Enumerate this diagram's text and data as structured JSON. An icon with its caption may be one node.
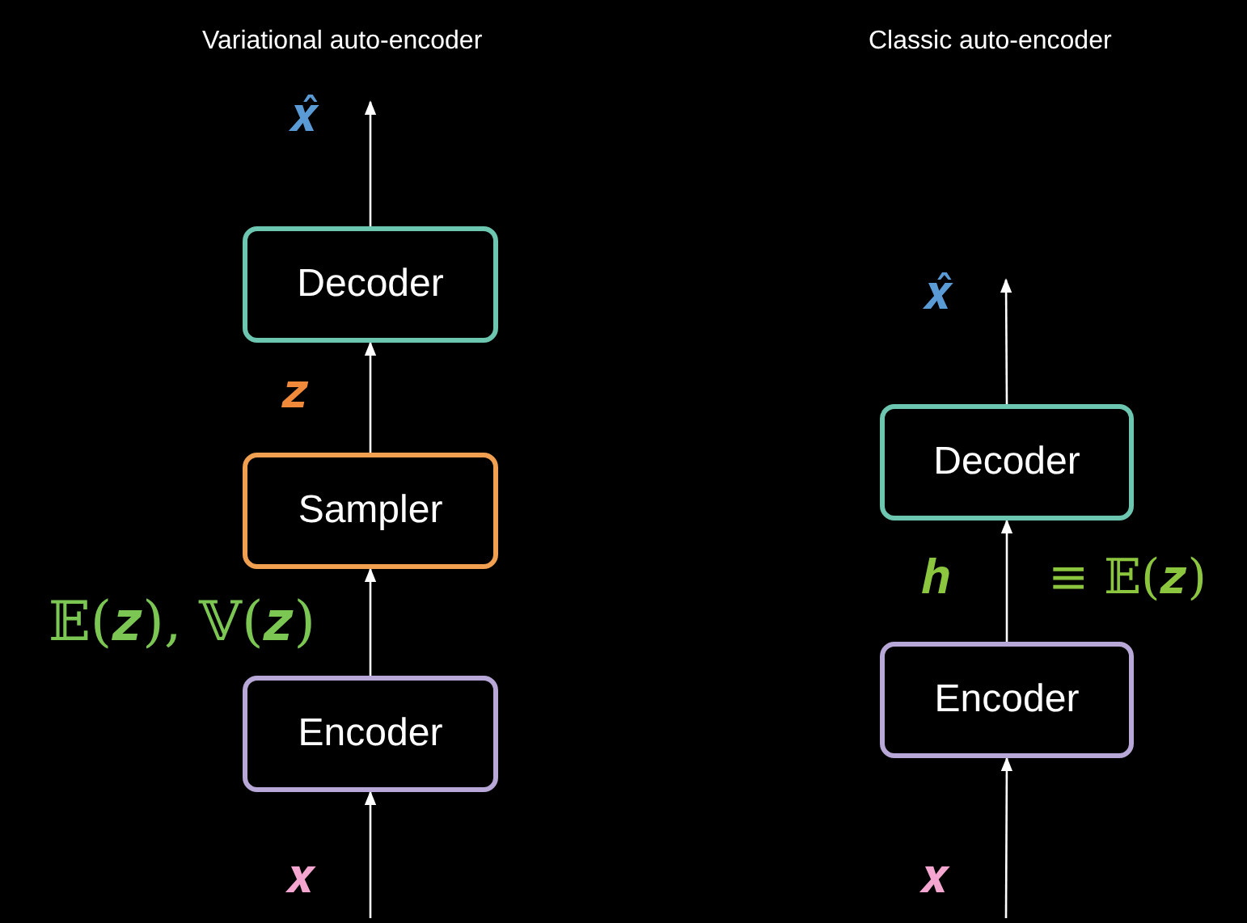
{
  "diagram": {
    "nodes": [
      {
        "text": [
          "Decoder"
        ]
      },
      {
        "text": [
          "Sampler"
        ]
      },
      {
        "text": [
          "Encoder"
        ]
      },
      {
        "text": [
          "Decoder"
        ]
      },
      {
        "text": [
          "Encoder"
        ]
      }
    ],
    "edges": [
      {
        "from": null,
        "to": 2,
        "arrow": "to"
      },
      {
        "from": 2,
        "to": 1,
        "arrow": "to",
        "label": "𝔼(𝒛), 𝕍(𝒛)"
      },
      {
        "from": 1,
        "to": 0,
        "arrow": "to",
        "label": "𝒛"
      },
      {
        "from": 0,
        "to": null,
        "arrow": "to"
      },
      {
        "from": null,
        "to": 4,
        "arrow": "to"
      },
      {
        "from": 4,
        "to": 3,
        "arrow": "to",
        "label": "𝒉"
      },
      {
        "from": 3,
        "to": null,
        "arrow": "to"
      }
    ],
    "labels": [
      "Variational auto-encoder",
      "𝒙̂",
      "𝒙",
      "Classic auto-encoder",
      "𝒙̂",
      "≡ 𝔼(𝒛)",
      "𝒙"
    ]
  }
}
